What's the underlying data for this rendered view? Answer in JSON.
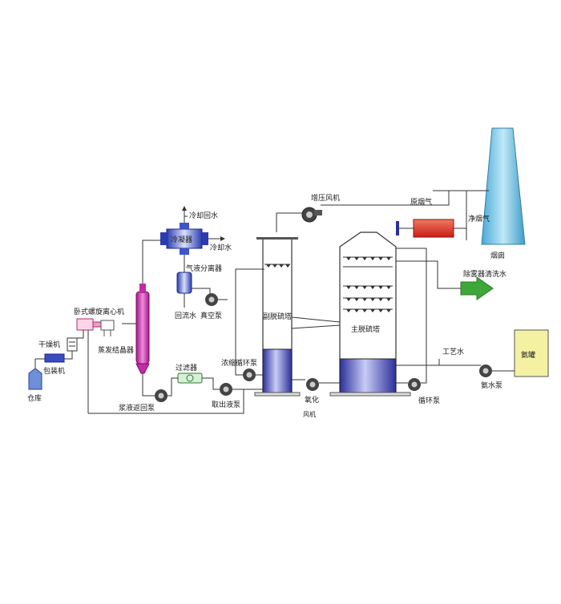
{
  "labels": {
    "cooling_return_water": "冷却回水",
    "condenser": "冷凝器",
    "cooling_water": "冷却水",
    "gas_liquid_separator": "气液分离器",
    "return_water": "回流水",
    "vacuum_pump": "真空泵",
    "horizontal_centrifuge": "卧式螺旋离心机",
    "dryer": "干燥机",
    "packing_machine": "包装机",
    "warehouse": "仓库",
    "evaporative_crystallizer": "蒸发结晶器",
    "slurry_return_pump": "浆液返回泵",
    "filter": "过滤器",
    "extraction_pump": "取出液泵",
    "concentrate_circulation_pump": "浓缩循环泵",
    "secondary_tower": "副脱硫塔",
    "oxidation": "氧化",
    "fan": "风机",
    "main_tower": "主脱硫塔",
    "circulation_pump": "循环泵",
    "booster_fan": "增压风机",
    "raw_flue_gas": "原烟气",
    "clean_flue_gas": "净烟气",
    "chimney": "烟囱",
    "demister_wash_water": "除雾器清洗水",
    "process_water": "工艺水",
    "ammonia_tank": "氨罐",
    "ammonia_water_pump": "氨水泵"
  },
  "colors": {
    "chimney": "#6ec6e6",
    "condenser": "#3c55c8",
    "crystallizer": "#c22aa6",
    "tower_liquid": "#3a3fb0",
    "heater": "#e03a2e",
    "demister_arrow": "#3fa63a",
    "ammonia_tank": "#f4f1a2"
  },
  "icons": [
    "pump-icon",
    "nozzle-icon",
    "arrow-icon"
  ]
}
